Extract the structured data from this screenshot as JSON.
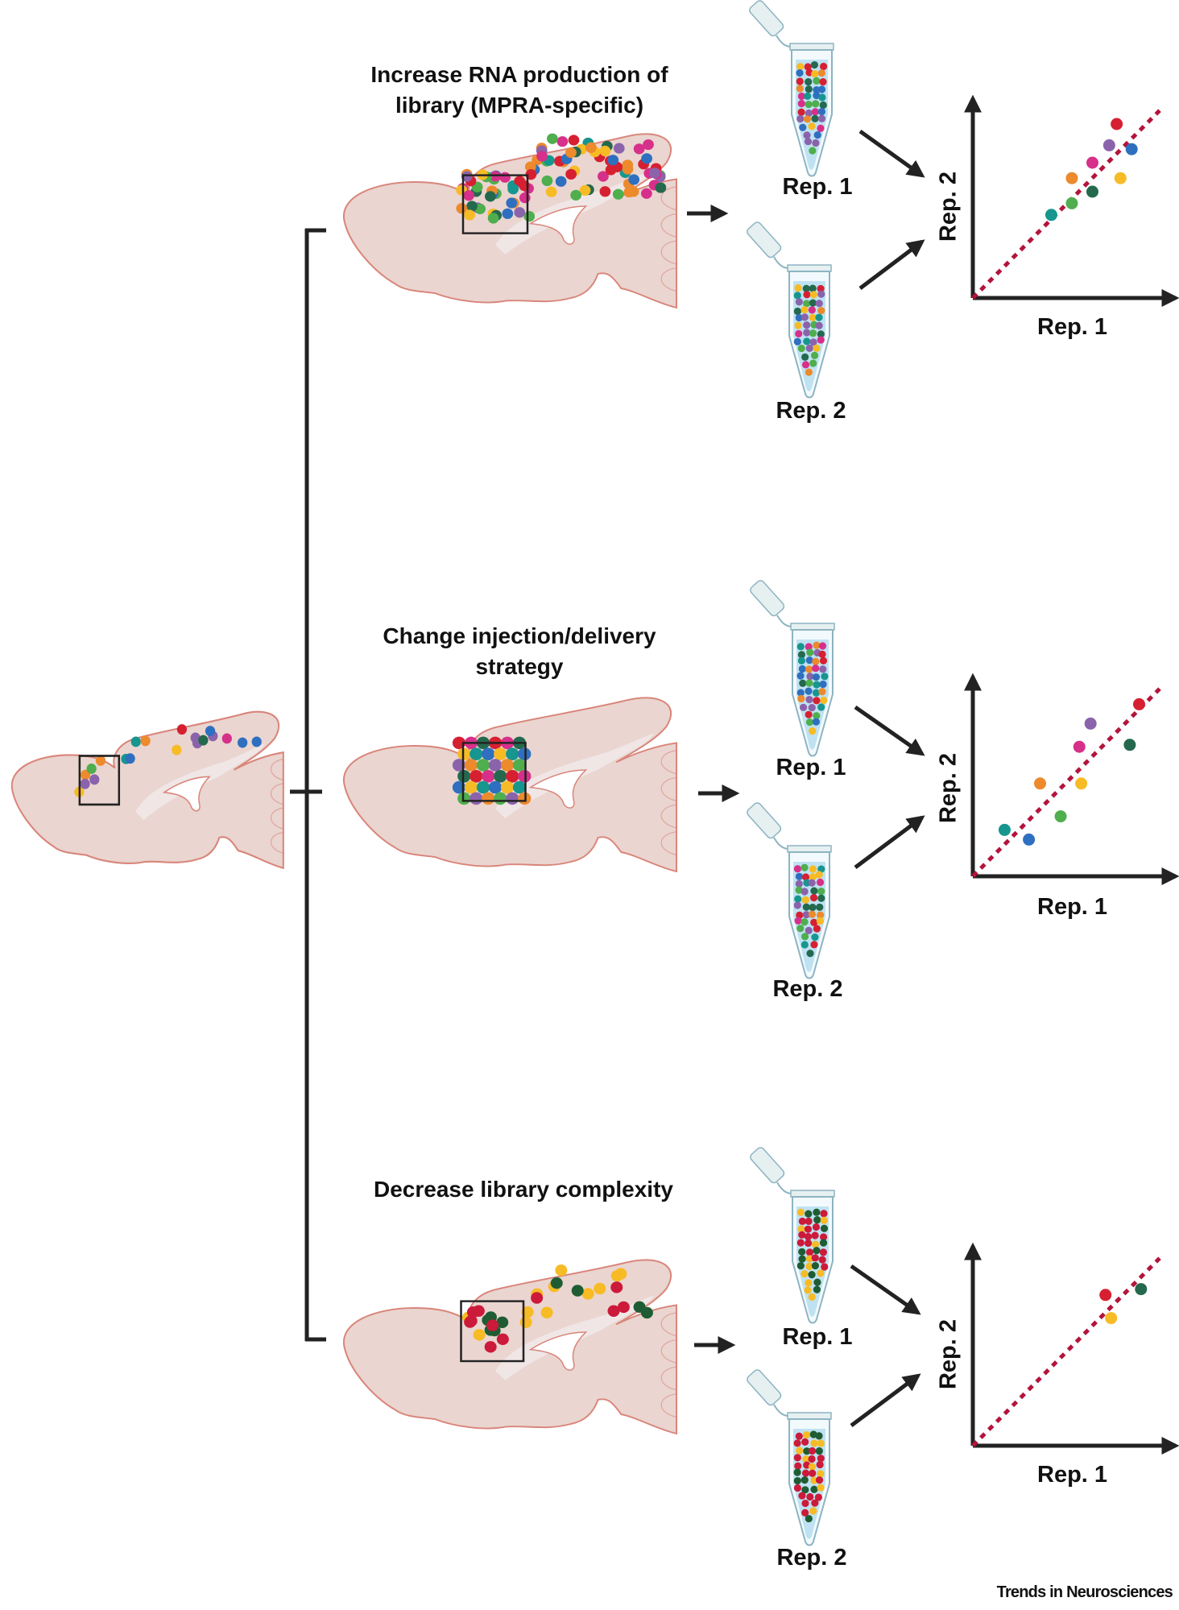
{
  "figure": {
    "credit": "Trends in Neurosciences",
    "colors": {
      "brain_fill": "#ead5d0",
      "brain_outline": "#d9857a",
      "ventricle": "#ffffff",
      "white_matter": "#f0e6e6",
      "tube_liquid": "#bfe2f2",
      "tube_outline": "#8eb4c2",
      "cap": "#e6f0f1",
      "ink": "#222222",
      "diagonal": "#b3143b"
    },
    "palette": {
      "red": "#d62031",
      "purple": "#8a63ab",
      "blue": "#2f6fbf",
      "magenta": "#d6308a",
      "orange": "#ec8a2c",
      "yellow": "#f7bb25",
      "darkgreen": "#24694e",
      "green": "#4fae4d",
      "teal": "#16968f",
      "crimson": "#cc1a3a",
      "forest": "#1f5c33"
    },
    "starting_brain": {
      "label": "mouse brain with injected MPRA library"
    },
    "sections": [
      {
        "title_lines": [
          "Increase RNA production of",
          "library (MPRA-specific)"
        ],
        "tube_labels": [
          "Rep. 1",
          "Rep. 2"
        ],
        "density": "high",
        "dot_colors": [
          "red",
          "purple",
          "blue",
          "magenta",
          "orange",
          "yellow",
          "darkgreen",
          "green",
          "teal"
        ]
      },
      {
        "title_lines": [
          "Change injection/delivery",
          "strategy"
        ],
        "tube_labels": [
          "Rep. 1",
          "Rep. 2"
        ],
        "density": "concentrated",
        "dot_colors": [
          "red",
          "purple",
          "blue",
          "magenta",
          "orange",
          "yellow",
          "darkgreen",
          "green",
          "teal"
        ]
      },
      {
        "title_lines": [
          "Decrease library complexity"
        ],
        "tube_labels": [
          "Rep. 1",
          "Rep. 2"
        ],
        "density": "low-complexity",
        "dot_colors": [
          "crimson",
          "yellow",
          "forest"
        ]
      }
    ]
  },
  "chart_data": [
    {
      "type": "scatter",
      "title": "",
      "xlabel": "Rep. 1",
      "ylabel": "Rep. 2",
      "xlim": [
        0,
        100
      ],
      "ylim": [
        0,
        100
      ],
      "grid": false,
      "reference_line": {
        "style": "dashed",
        "from": [
          0,
          0
        ],
        "to": [
          100,
          97
        ]
      },
      "points": [
        {
          "color": "red",
          "x": 77,
          "y": 90
        },
        {
          "color": "purple",
          "x": 73,
          "y": 79
        },
        {
          "color": "blue",
          "x": 85,
          "y": 77
        },
        {
          "color": "magenta",
          "x": 64,
          "y": 70
        },
        {
          "color": "orange",
          "x": 53,
          "y": 62
        },
        {
          "color": "yellow",
          "x": 79,
          "y": 62
        },
        {
          "color": "darkgreen",
          "x": 64,
          "y": 55
        },
        {
          "color": "green",
          "x": 53,
          "y": 49
        },
        {
          "color": "teal",
          "x": 42,
          "y": 43
        }
      ]
    },
    {
      "type": "scatter",
      "title": "",
      "xlabel": "Rep. 1",
      "ylabel": "Rep. 2",
      "xlim": [
        0,
        100
      ],
      "ylim": [
        0,
        100
      ],
      "grid": false,
      "reference_line": {
        "style": "dashed",
        "from": [
          0,
          0
        ],
        "to": [
          100,
          97
        ]
      },
      "points": [
        {
          "color": "red",
          "x": 89,
          "y": 89
        },
        {
          "color": "purple",
          "x": 63,
          "y": 79
        },
        {
          "color": "darkgreen",
          "x": 84,
          "y": 68
        },
        {
          "color": "magenta",
          "x": 57,
          "y": 67
        },
        {
          "color": "orange",
          "x": 36,
          "y": 48
        },
        {
          "color": "yellow",
          "x": 58,
          "y": 48
        },
        {
          "color": "green",
          "x": 47,
          "y": 31
        },
        {
          "color": "teal",
          "x": 17,
          "y": 24
        },
        {
          "color": "blue",
          "x": 30,
          "y": 19
        }
      ]
    },
    {
      "type": "scatter",
      "title": "",
      "xlabel": "Rep. 1",
      "ylabel": "Rep. 2",
      "xlim": [
        0,
        100
      ],
      "ylim": [
        0,
        100
      ],
      "grid": false,
      "reference_line": {
        "style": "dashed",
        "from": [
          0,
          0
        ],
        "to": [
          100,
          97
        ]
      },
      "points": [
        {
          "color": "darkgreen",
          "x": 90,
          "y": 81
        },
        {
          "color": "red",
          "x": 71,
          "y": 78
        },
        {
          "color": "yellow",
          "x": 74,
          "y": 66
        }
      ]
    }
  ]
}
